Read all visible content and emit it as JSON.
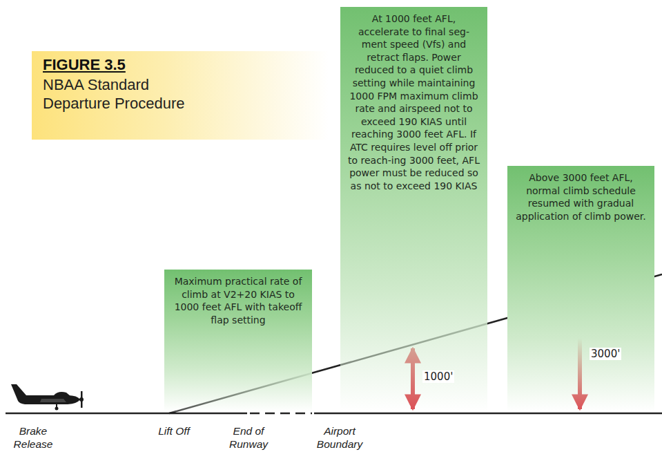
{
  "diagram": {
    "title": "FIGURE 3.5",
    "caption": "NBAA Standard Departure Procedure",
    "nodes": [
      {
        "text": [
          "Maximum practical rate of climb at V2+20 KIAS to 1000 feet AFL with takeoff flap setting"
        ]
      },
      {
        "text": [
          "At 1000 feet AFL, accelerate to final seg-ment speed (Vfs) and retract flaps. Power reduced to a quiet climb setting while maintaining 1000 FPM maximum climb rate and airspeed not to exceed 190 KIAS until reaching 3000 feet AFL. If ATC requires level off prior to reach-ing 3000 feet, AFL power must be reduced so as not to exceed 190 KIAS"
        ]
      },
      {
        "text": [
          "Above 3000 feet AFL, normal climb schedule resumed with gradual application of climb power."
        ]
      }
    ],
    "labels": [
      "1000'",
      "3000'",
      "Brake Release",
      "Lift Off",
      "End of Runway",
      "Airport Boundary"
    ]
  }
}
